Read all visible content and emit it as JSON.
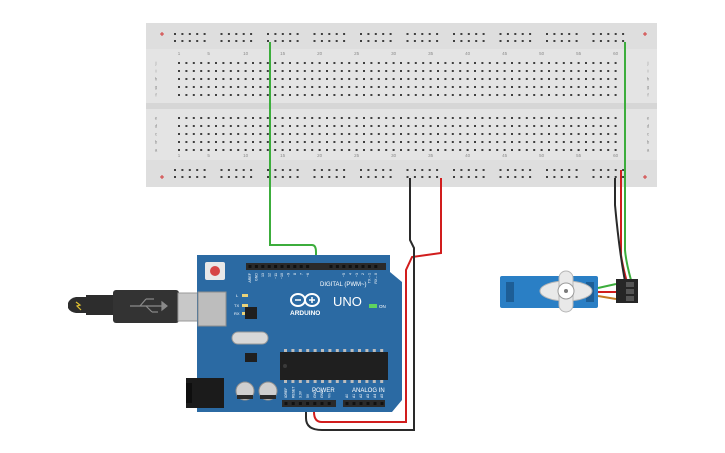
{
  "colors": {
    "canvas_bg": "#ffffff",
    "breadboard": "#e4e4e4",
    "breadboard_channel": "#d6d6d6",
    "hole": "#3f3f3f",
    "rail_red": "#d33a3a",
    "board_blue": "#2b6aa3",
    "board_blue_dark": "#1d4f7d",
    "header": "#2a2a2a",
    "wire_green": "#3cad3c",
    "wire_red": "#d11d1d",
    "wire_black": "#2a2a2a",
    "servo_blue": "#2a7fc5",
    "usb_cable": "#2d2d2d",
    "usb_metal": "#c8c8c8"
  },
  "breadboard": {
    "column_numbers": [
      "1",
      "5",
      "10",
      "15",
      "20",
      "25",
      "30",
      "35",
      "40",
      "45",
      "50",
      "55",
      "60"
    ],
    "row_letters_top": [
      "j",
      "i",
      "h",
      "g",
      "f"
    ],
    "row_letters_bottom": [
      "e",
      "d",
      "c",
      "b",
      "a"
    ]
  },
  "arduino": {
    "brand": "ARDUINO",
    "model": "UNO",
    "on_label": "ON",
    "tx_label": "TX",
    "rx_label": "RX",
    "l_label": "L",
    "digital_label": "DIGITAL (PWM~)",
    "power_label": "POWER",
    "analog_label": "ANALOG IN",
    "digital_pins": [
      "AREF",
      "GND",
      "13",
      "12",
      "~11",
      "~10",
      "~9",
      "8",
      "7",
      "~6",
      "~5",
      "4",
      "~3",
      "2",
      "TX→1",
      "RX←0"
    ],
    "power_pins": [
      "IOREF",
      "RESET",
      "3.3V",
      "5V",
      "GND",
      "GND",
      "Vin"
    ],
    "analog_pins": [
      "A0",
      "A1",
      "A2",
      "A3",
      "A4",
      "A5"
    ]
  },
  "icons": {
    "usb": "usb-symbol-icon",
    "servo": "servo-motor-icon"
  }
}
